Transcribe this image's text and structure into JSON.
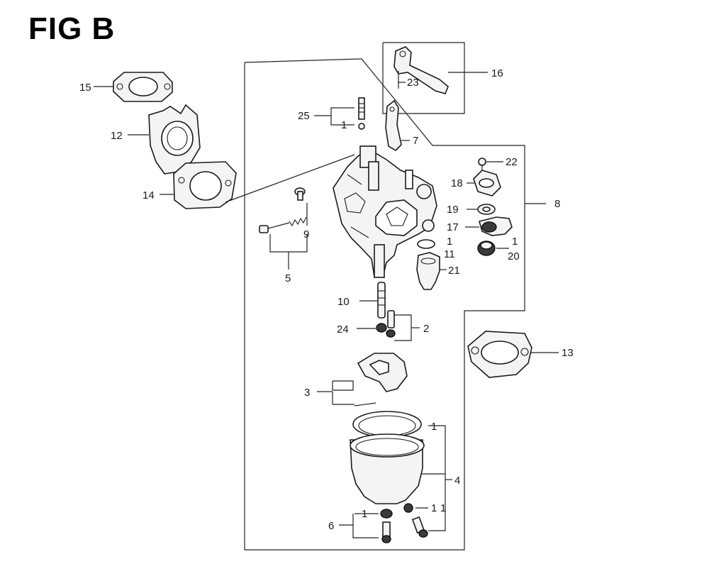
{
  "figure": {
    "title": "FIG B"
  },
  "callouts": {
    "c1a": "1",
    "c1b": "1",
    "c1c": "1",
    "c1d": "1",
    "c1e": "1",
    "c1f": "1",
    "c1g": "1",
    "c2": "2",
    "c3": "3",
    "c4": "4",
    "c5": "5",
    "c6": "6",
    "c7": "7",
    "c8": "8",
    "c9": "9",
    "c10": "10",
    "c11": "11",
    "c12": "12",
    "c13": "13",
    "c14": "14",
    "c15": "15",
    "c16": "16",
    "c17": "17",
    "c18": "18",
    "c19": "19",
    "c20": "20",
    "c21": "21",
    "c22": "22",
    "c23": "23",
    "c24": "24",
    "c25": "25"
  }
}
